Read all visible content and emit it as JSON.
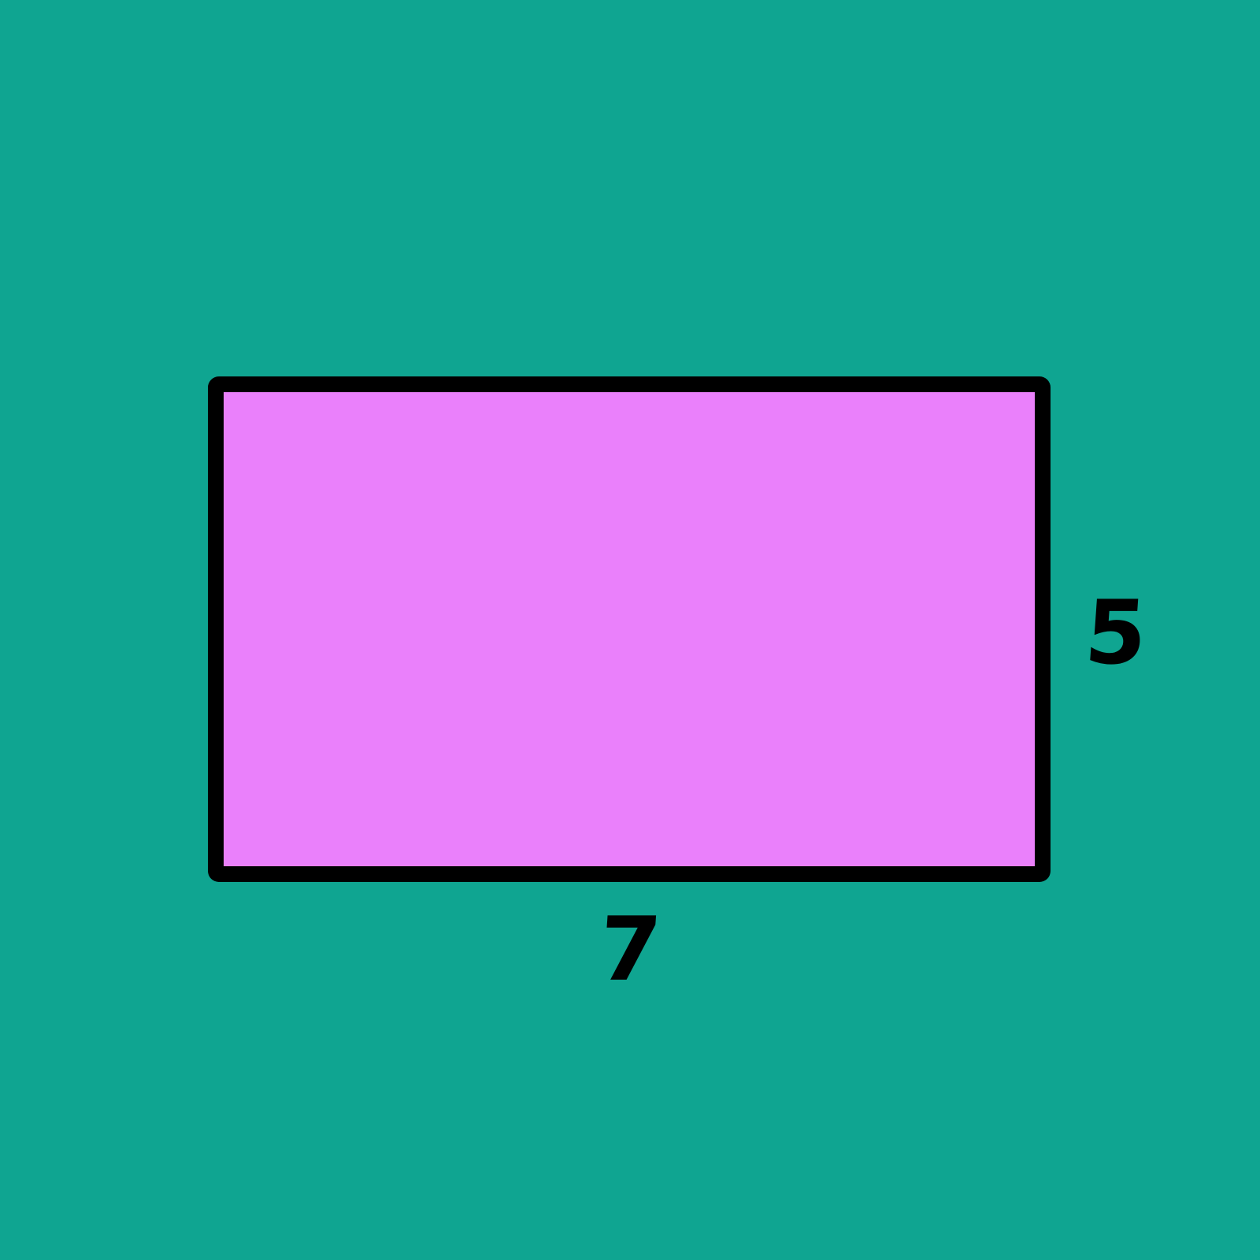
{
  "diagram": {
    "shape": "rectangle",
    "width_label": "7",
    "height_label": "5",
    "colors": {
      "background": "#0fa591",
      "fill": "#ea80fb",
      "stroke": "#000000",
      "label": "#000000"
    }
  }
}
